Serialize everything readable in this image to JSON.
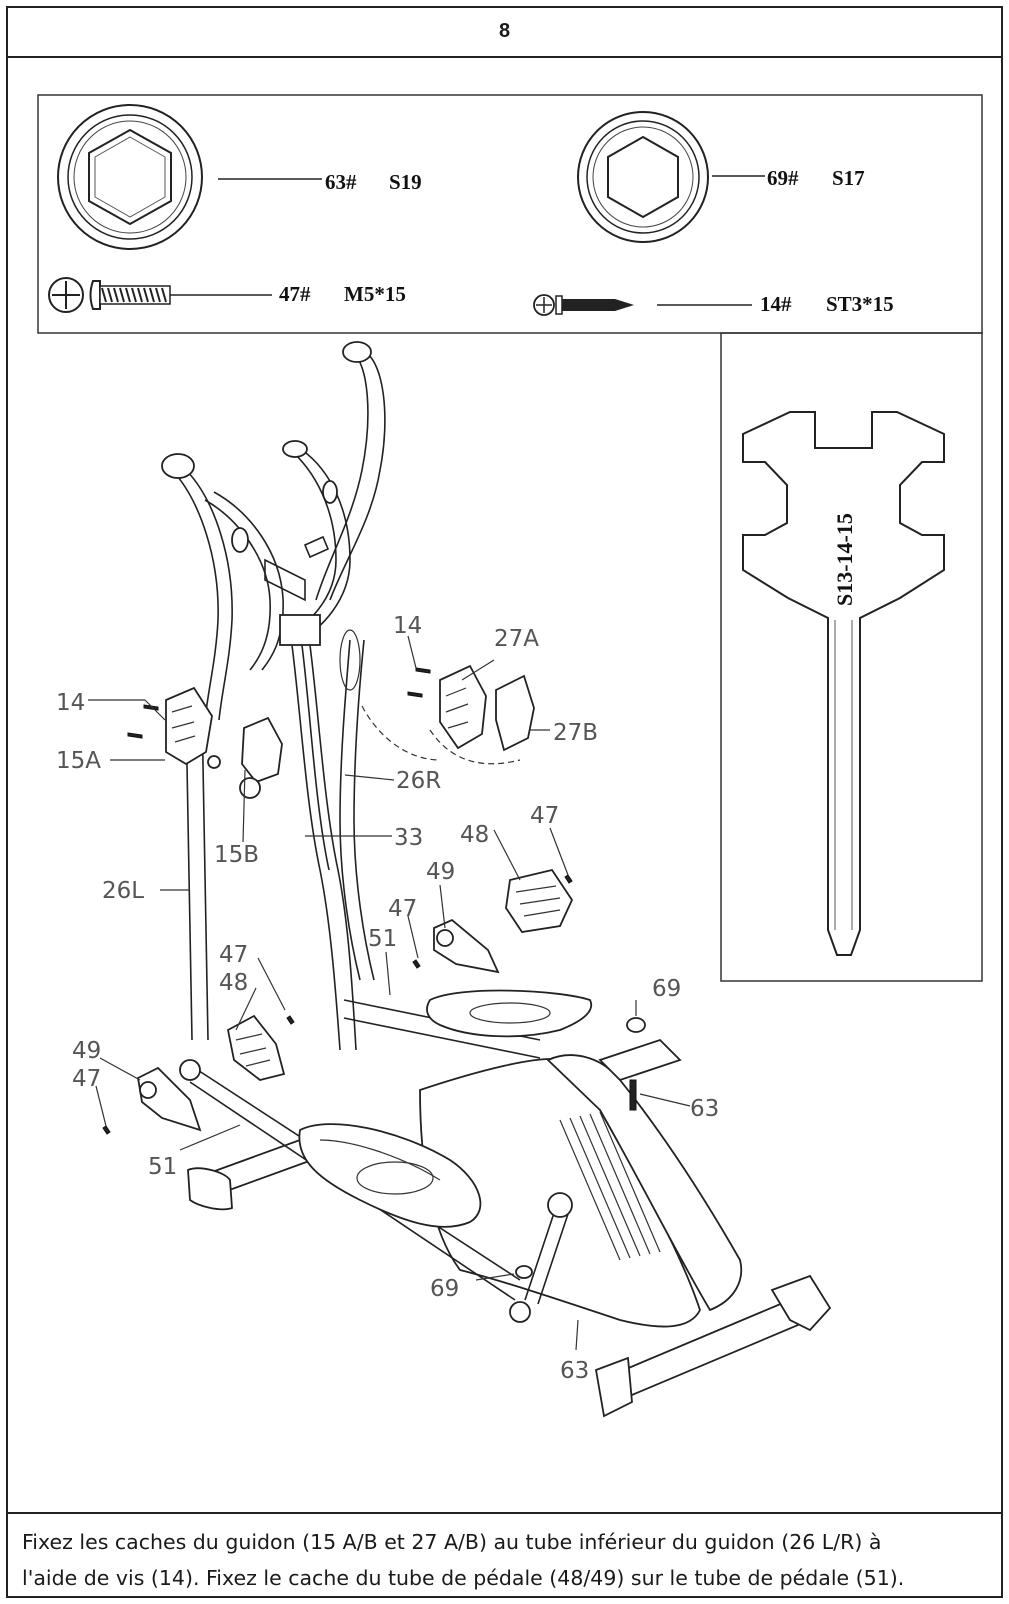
{
  "page": {
    "number": "8"
  },
  "hardware": [
    {
      "id": "socket-s19",
      "part": "63#",
      "size": "S19",
      "icon": "hex-socket-icon"
    },
    {
      "id": "socket-s17",
      "part": "69#",
      "size": "S17",
      "icon": "hex-socket-icon"
    },
    {
      "id": "bolt-m5",
      "part": "47#",
      "size": "M5*15",
      "icon": "bolt-icon"
    },
    {
      "id": "screw-st3",
      "part": "14#",
      "size": "ST3*15",
      "icon": "screw-icon"
    }
  ],
  "wrench": {
    "label": "S13-14-15",
    "icon": "wrench-icon"
  },
  "part_labels": {
    "p14a": "14",
    "p27a": "27A",
    "p14b": "14",
    "p15a": "15A",
    "p27b": "27B",
    "p26r": "26R",
    "p15b": "15B",
    "p33": "33",
    "p48a": "48",
    "p47a": "47",
    "p26l": "26L",
    "p49a": "49",
    "p47b": "47",
    "p51a": "51",
    "p47c": "47",
    "p48b": "48",
    "p69a": "69",
    "p49b": "49",
    "p47d": "47",
    "p63a": "63",
    "p51b": "51",
    "p69b": "69",
    "p63b": "63"
  },
  "caption": {
    "line1": "Fixez les caches du guidon (15 A/B et 27 A/B) au tube inférieur du guidon (26 L/R) à",
    "line2": "l'aide de vis (14). Fixez le cache du tube de pédale (48/49) sur le tube de pédale (51)."
  }
}
